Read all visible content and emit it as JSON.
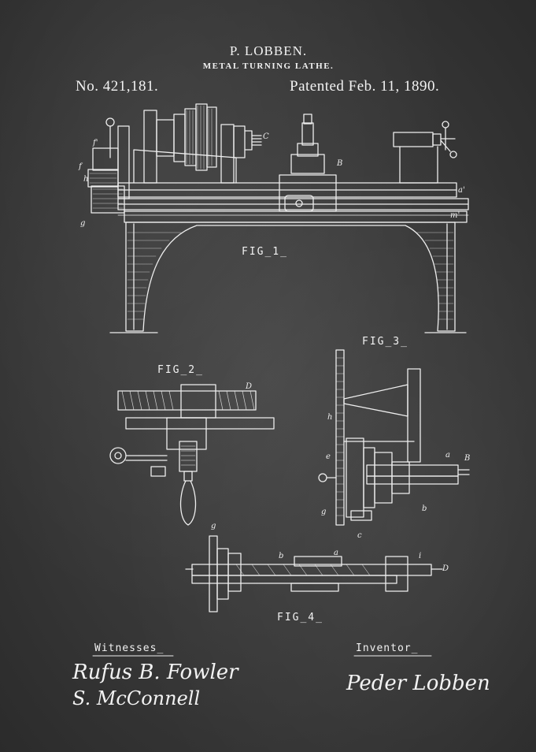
{
  "header": {
    "inventor": "P. LOBBEN.",
    "title": "METAL TURNING LATHE.",
    "number": "No. 421,181.",
    "date": "Patented Feb. 11, 1890."
  },
  "figures": {
    "fig1": "FIG_1_",
    "fig2": "FIG_2_",
    "fig3": "FIG_3_",
    "fig4": "FIG_4_"
  },
  "signatures": {
    "witnesses_label": "Witnesses_",
    "witness_1": "Rufus B. Fowler",
    "witness_2": "S. McConnell",
    "inventor_label": "Inventor_",
    "inventor_signature": "Peder Lobben"
  },
  "colors": {
    "background": "#3a3a3a",
    "ink": "#f2f2f2"
  }
}
